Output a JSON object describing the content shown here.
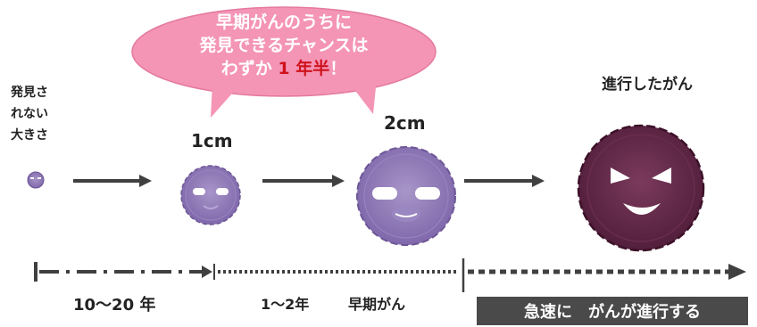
{
  "callout": {
    "line1": "早期がんのうちに",
    "line2": "発見できるチャンスは",
    "line3_pre": "わずか ",
    "line3_accent": "1 年半",
    "line3_post": "！"
  },
  "stages": {
    "undetectable_label": [
      "発見さ",
      "れない",
      "大きさ"
    ],
    "size_1cm": "1cm",
    "size_2cm": "2cm",
    "advanced": "進行したがん"
  },
  "timeline": {
    "period1": "10〜20 年",
    "period2": "1〜2年",
    "period2_tag": "早期がん",
    "banner": "急速に　がんが進行する"
  },
  "colors": {
    "bubble": "#f495b6",
    "cell_light": "#8e78b5",
    "cell_dark": "#6b2a4e",
    "accent": "#d0111b",
    "banner": "#4a4a4a"
  }
}
